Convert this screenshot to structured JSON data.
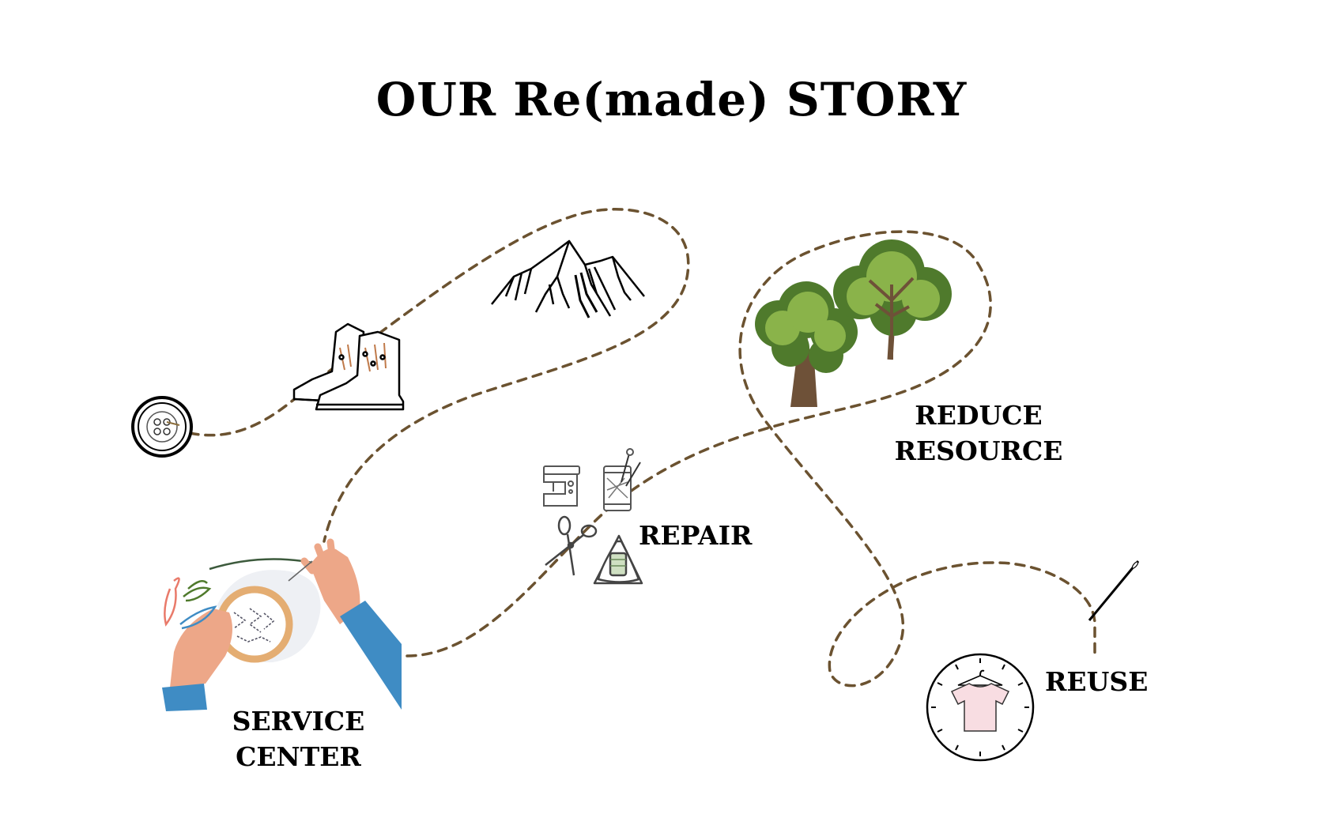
{
  "title": "OUR Re(made) STORY",
  "steps": {
    "service_center": {
      "line1": "SERVICE",
      "line2": "CENTER"
    },
    "repair": {
      "label": "REPAIR"
    },
    "reduce_resource": {
      "line1": "REDUCE",
      "line2": "RESOURCE"
    },
    "reuse": {
      "label": "REUSE"
    }
  },
  "colors": {
    "path": "#6b5230",
    "tree_light": "#8ab34a",
    "tree_dark": "#4f7a2c",
    "trunk": "#6e5138",
    "sleeve": "#3f8cc4",
    "skin": "#eda788",
    "hoop": "#e4ad72",
    "shirt": "#f8dde2"
  }
}
